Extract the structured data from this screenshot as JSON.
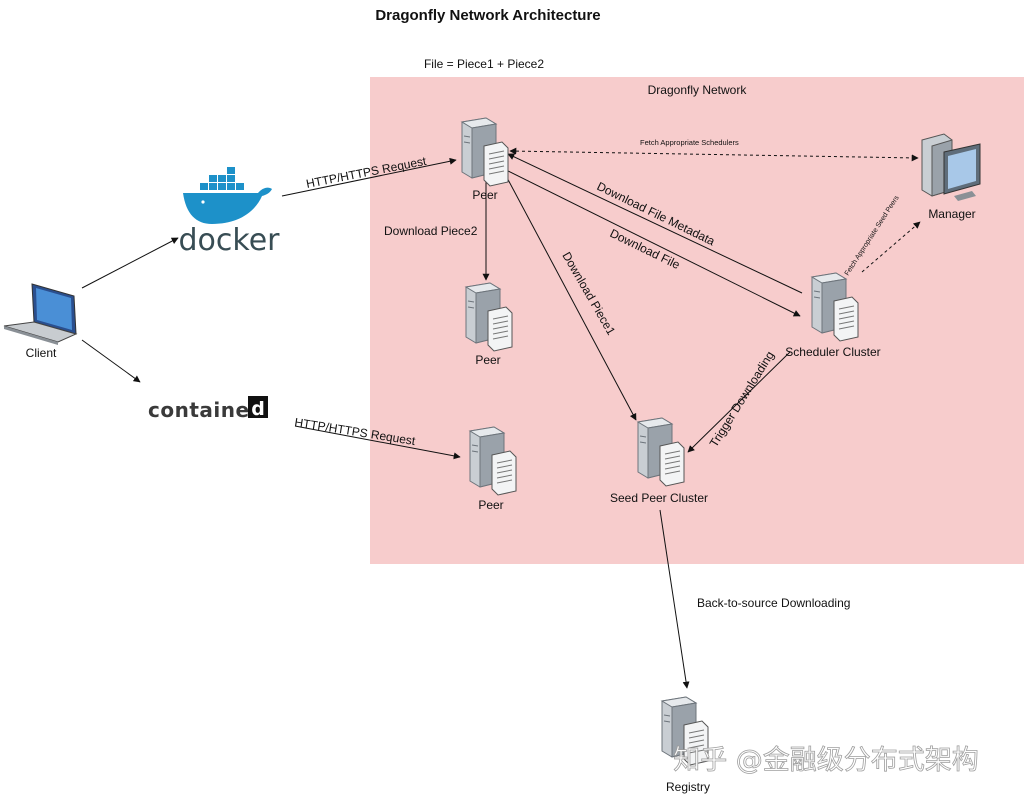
{
  "title": "Dragonfly Network Architecture",
  "subtitle": "File = Piece1 + Piece2",
  "region_label": "Dragonfly Network",
  "colors": {
    "region_fill": "#f7cccc",
    "docker_blue": "#1d91c9",
    "docker_text": "#384d54",
    "server_gray": "#9aa2aa",
    "line": "#111111"
  },
  "nodes": {
    "client": "Client",
    "docker": "docker",
    "containerd": "container",
    "containerd_mark": "d",
    "peer_top": "Peer",
    "peer_mid": "Peer",
    "peer_bottom": "Peer",
    "manager": "Manager",
    "scheduler": "Scheduler Cluster",
    "seed": "Seed Peer Cluster",
    "registry": "Registry"
  },
  "edges": {
    "http_docker": "HTTP/HTTPS Request",
    "http_containerd": "HTTP/HTTPS Request",
    "fetch_schedulers": "Fetch Appropriate Schedulers",
    "fetch_seed_peers": "Fetch Appropriate Seed Peers",
    "download_metadata": "Download File Metadata",
    "download_file": "Download File",
    "download_piece2": "Download Piece2",
    "download_piece1": "Download Piece1",
    "trigger_downloading": "Trigger Downloading",
    "back_to_source": "Back-to-source Downloading"
  },
  "watermark": "知乎 @金融级分布式架构"
}
